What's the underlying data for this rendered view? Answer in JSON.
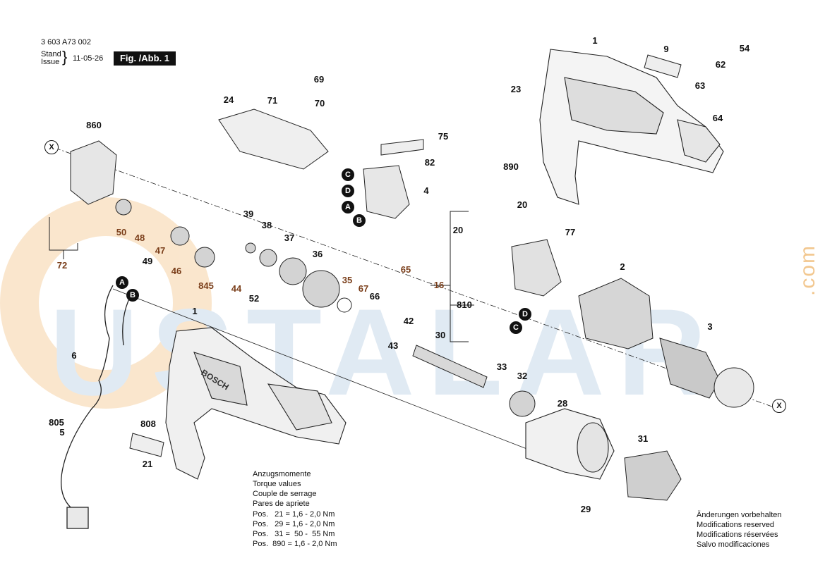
{
  "header": {
    "doc_number": "3 603 A73 002",
    "stand_label": "Stand",
    "issue_label": "Issue",
    "date": "11-05-26",
    "figure_label": "Fig. /Abb. 1"
  },
  "torque": {
    "lines": [
      "Anzugsmomente",
      "Torque values",
      "Couple de serrage",
      "Pares de apriete"
    ],
    "rows": [
      "Pos.   21 = 1,6 - 2,0 Nm",
      "Pos.   29 = 1,6 - 2,0 Nm",
      "Pos.   31 =  50 -  55 Nm",
      "Pos.  890 = 1,6 - 2,0 Nm"
    ]
  },
  "modifications": {
    "lines": [
      "Änderungen vorbehalten",
      "Modifications reserved",
      "Modifications réservées",
      "Salvo modificaciones"
    ]
  },
  "brand_mark": "BOSCH",
  "watermark": {
    "main": "USTALAR",
    "suffix": ".com"
  },
  "part_numbers": [
    "1",
    "2",
    "3",
    "4",
    "5",
    "6",
    "9",
    "16",
    "20",
    "20",
    "21",
    "23",
    "24",
    "28",
    "29",
    "30",
    "31",
    "32",
    "33",
    "35",
    "36",
    "37",
    "38",
    "39",
    "42",
    "43",
    "44",
    "46",
    "47",
    "48",
    "49",
    "50",
    "52",
    "54",
    "62",
    "63",
    "64",
    "65",
    "66",
    "67",
    "69",
    "70",
    "71",
    "72",
    "75",
    "77",
    "82",
    "805",
    "808",
    "810",
    "845",
    "860",
    "890",
    "1"
  ],
  "callouts": [
    "A",
    "B",
    "A",
    "B",
    "C",
    "D",
    "C",
    "D",
    "X",
    "X"
  ],
  "colors": {
    "line": "#222222",
    "watermark_blue": "#bcd1e6",
    "watermark_orange": "#f3c891",
    "highlight_brown": "#7a3e1a"
  }
}
